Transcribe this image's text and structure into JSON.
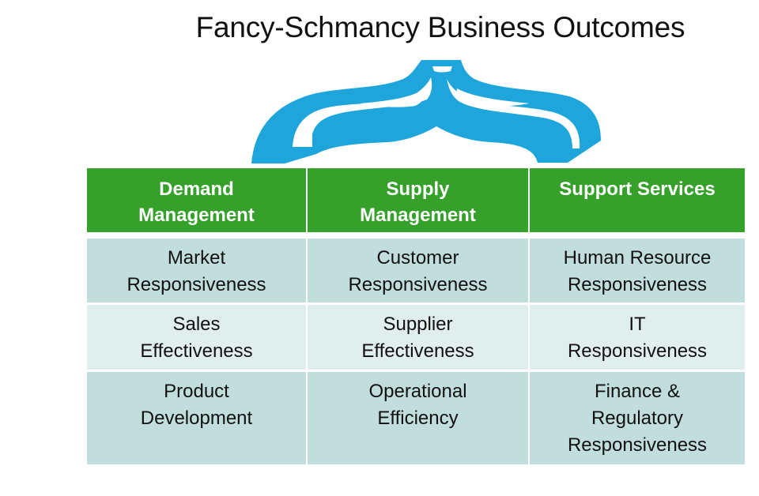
{
  "title": "Fancy-Schmancy Business Outcomes",
  "colors": {
    "cloud": "#1ea6dc",
    "header_bg": "#35a02a",
    "row_dark": "#c1dedd",
    "row_light": "#e0efee"
  },
  "icon": "cloud-arch-graphic",
  "table": {
    "headers": [
      "Demand\nManagement",
      "Supply\nManagement",
      "Support Services"
    ],
    "rows": [
      [
        "Market\nResponsiveness",
        "Customer\nResponsiveness",
        "Human Resource\nResponsiveness"
      ],
      [
        "Sales\nEffectiveness",
        "Supplier\nEffectiveness",
        "IT\nResponsiveness"
      ],
      [
        "Product\nDevelopment",
        "Operational\nEfficiency",
        "Finance &\nRegulatory\nResponsiveness"
      ]
    ]
  }
}
